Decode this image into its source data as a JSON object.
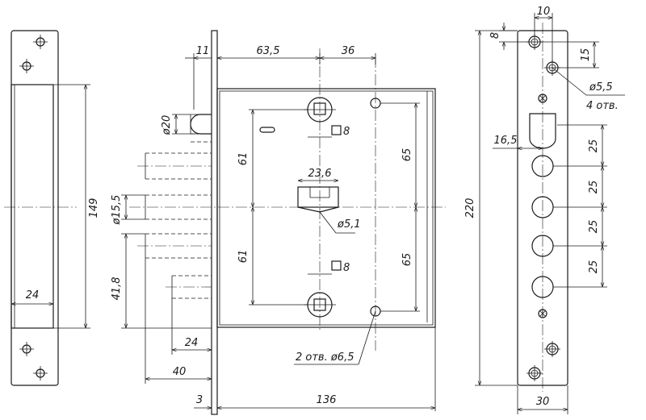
{
  "drawing": {
    "strike_plate": {
      "height_dim": "149",
      "width_dim": "24"
    },
    "lock_body": {
      "dim_11": "11",
      "dim_63_5": "63,5",
      "dim_36": "36",
      "dim_d20": "ø20",
      "dim_61_top": "61",
      "dim_61_bottom": "61",
      "dim_65_top": "65",
      "dim_65_bottom": "65",
      "dim_23_6": "23,6",
      "dim_d5_1": "ø5,1",
      "dim_sq8_top": "8",
      "dim_sq8_bottom": "8",
      "dim_d15_5": "ø15,5",
      "dim_41_8": "41,8",
      "dim_24": "24",
      "dim_40": "40",
      "dim_3": "3",
      "dim_136": "136",
      "holes_note": "2 отв. ø6,5"
    },
    "faceplate": {
      "dim_10": "10",
      "dim_8": "8",
      "dim_15": "15",
      "dim_d5_5": "ø5,5",
      "holes_note": "4 отв.",
      "dim_16_5": "16,5",
      "dim_25_a": "25",
      "dim_25_b": "25",
      "dim_25_c": "25",
      "dim_25_d": "25",
      "dim_220": "220",
      "dim_30": "30"
    }
  }
}
